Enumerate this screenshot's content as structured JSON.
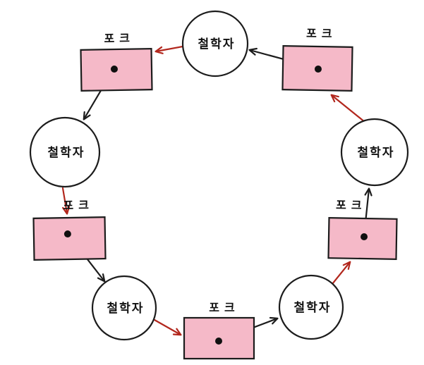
{
  "diagram": {
    "philosophers": [
      {
        "id": "top",
        "label": "철학자"
      },
      {
        "id": "left",
        "label": "철학자"
      },
      {
        "id": "right",
        "label": "철학자"
      },
      {
        "id": "bottom-left",
        "label": "철학자"
      },
      {
        "id": "bottom-right",
        "label": "철학자"
      }
    ],
    "forks": [
      {
        "id": "top-left",
        "label": "포크"
      },
      {
        "id": "top-right",
        "label": "포크"
      },
      {
        "id": "left",
        "label": "포크"
      },
      {
        "id": "right",
        "label": "포크"
      },
      {
        "id": "bottom",
        "label": "포크"
      }
    ],
    "colors": {
      "background": "#ffffff",
      "fork_fill": "#f5b9c8",
      "outline": "#1c1c1c",
      "hold_arrow": "#1c1c1c",
      "request_arrow": "#b2271d",
      "fork_dot": "#101010",
      "label_text": "#111111"
    }
  }
}
